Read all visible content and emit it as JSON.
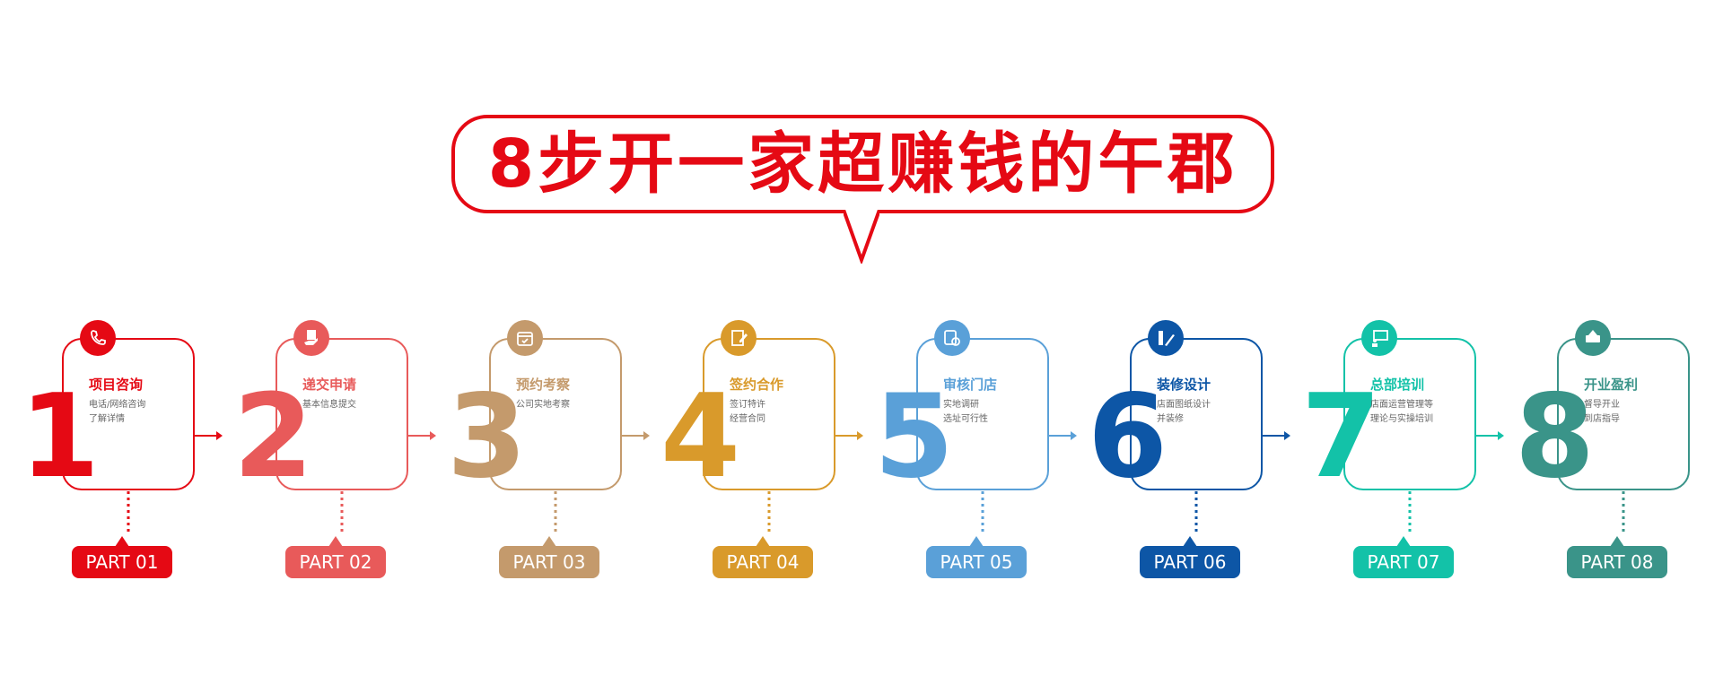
{
  "title": "8步开一家超赚钱的午郡",
  "colors": {
    "title": "#e50914"
  },
  "steps": [
    {
      "num": "1",
      "label": "项目咨询",
      "desc1": "电话/网络咨询",
      "desc2": "了解详情",
      "part": "PART 01",
      "color": "#e50914",
      "icon": "phone-icon"
    },
    {
      "num": "2",
      "label": "递交申请",
      "desc1": "基本信息提交",
      "desc2": "",
      "part": "PART 02",
      "color": "#e85a5a",
      "icon": "hand-document-icon"
    },
    {
      "num": "3",
      "label": "预约考察",
      "desc1": "公司实地考察",
      "desc2": "",
      "part": "PART 03",
      "color": "#c49a6c",
      "icon": "calendar-icon"
    },
    {
      "num": "4",
      "label": "签约合作",
      "desc1": "签订特许",
      "desc2": "经营合同",
      "part": "PART 04",
      "color": "#d99a2b",
      "icon": "contract-icon"
    },
    {
      "num": "5",
      "label": "审核门店",
      "desc1": "实地调研",
      "desc2": "选址可行性",
      "part": "PART 05",
      "color": "#5aa0d8",
      "icon": "document-search-icon"
    },
    {
      "num": "6",
      "label": "装修设计",
      "desc1": "店面图纸设计",
      "desc2": "并装修",
      "part": "PART 06",
      "color": "#0d56a6",
      "icon": "design-tools-icon"
    },
    {
      "num": "7",
      "label": "总部培训",
      "desc1": "店面运营管理等",
      "desc2": "理论与实操培训",
      "part": "PART 07",
      "color": "#13c2a8",
      "icon": "training-board-icon"
    },
    {
      "num": "8",
      "label": "开业盈利",
      "desc1": "督导开业",
      "desc2": "到店指导",
      "part": "PART 08",
      "color": "#3a9489",
      "icon": "open-sign-icon"
    }
  ]
}
